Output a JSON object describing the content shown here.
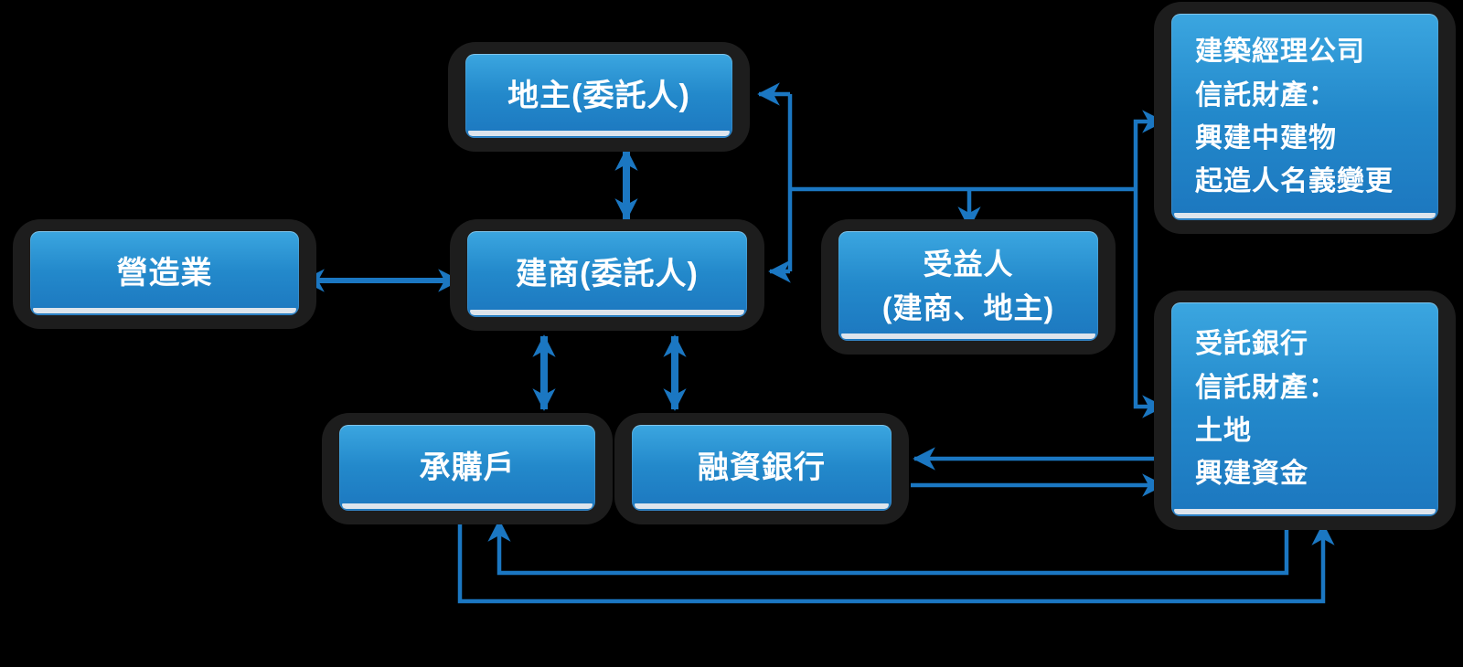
{
  "diagram": {
    "description": "construction-trust-flow-diagram",
    "colors": {
      "bg": "#000000",
      "shell": "#1d1d1d",
      "box-top": "#3BA6E0",
      "box-mid": "#2389CB",
      "box-bottom": "#1C77BF",
      "strip": "#DDE4EC",
      "text": "#FFFFFF",
      "arrow": "#1B77C2"
    },
    "nodes": [
      {
        "id": "landowner",
        "label": "地主(委託人)"
      },
      {
        "id": "construction-industry",
        "label": "營造業"
      },
      {
        "id": "builder",
        "label": "建商(委託人)"
      },
      {
        "id": "beneficiary",
        "label": "受益人\n(建商、地主)"
      },
      {
        "id": "construction-management",
        "label": "建築經理公司\n信託財產：\n興建中建物\n起造人名義變更"
      },
      {
        "id": "purchasers",
        "label": "承購戶"
      },
      {
        "id": "financing-bank",
        "label": "融資銀行"
      },
      {
        "id": "trustee-bank",
        "label": "受託銀行\n信託財產：\n土地\n興建資金"
      }
    ],
    "edges": [
      {
        "from": "landowner",
        "to": "builder",
        "type": "bidirectional"
      },
      {
        "from": "construction-industry",
        "to": "builder",
        "type": "bidirectional"
      },
      {
        "from": "builder",
        "to": "purchasers",
        "type": "bidirectional"
      },
      {
        "from": "builder",
        "to": "financing-bank",
        "type": "bidirectional"
      },
      {
        "from": "trust-junction",
        "to": "landowner",
        "type": "arrow"
      },
      {
        "from": "trust-junction",
        "to": "builder",
        "type": "arrow"
      },
      {
        "from": "trust-junction",
        "to": "beneficiary",
        "type": "arrow"
      },
      {
        "from": "trust-junction",
        "to": "construction-management",
        "type": "arrow"
      },
      {
        "from": "trust-junction",
        "to": "trustee-bank",
        "type": "arrow"
      },
      {
        "from": "trustee-bank",
        "to": "financing-bank",
        "type": "arrow"
      },
      {
        "from": "financing-bank",
        "to": "trustee-bank",
        "type": "arrow"
      },
      {
        "from": "trustee-bank",
        "to": "purchasers",
        "type": "arrow"
      },
      {
        "from": "purchasers",
        "to": "trustee-bank",
        "type": "arrow"
      }
    ]
  }
}
